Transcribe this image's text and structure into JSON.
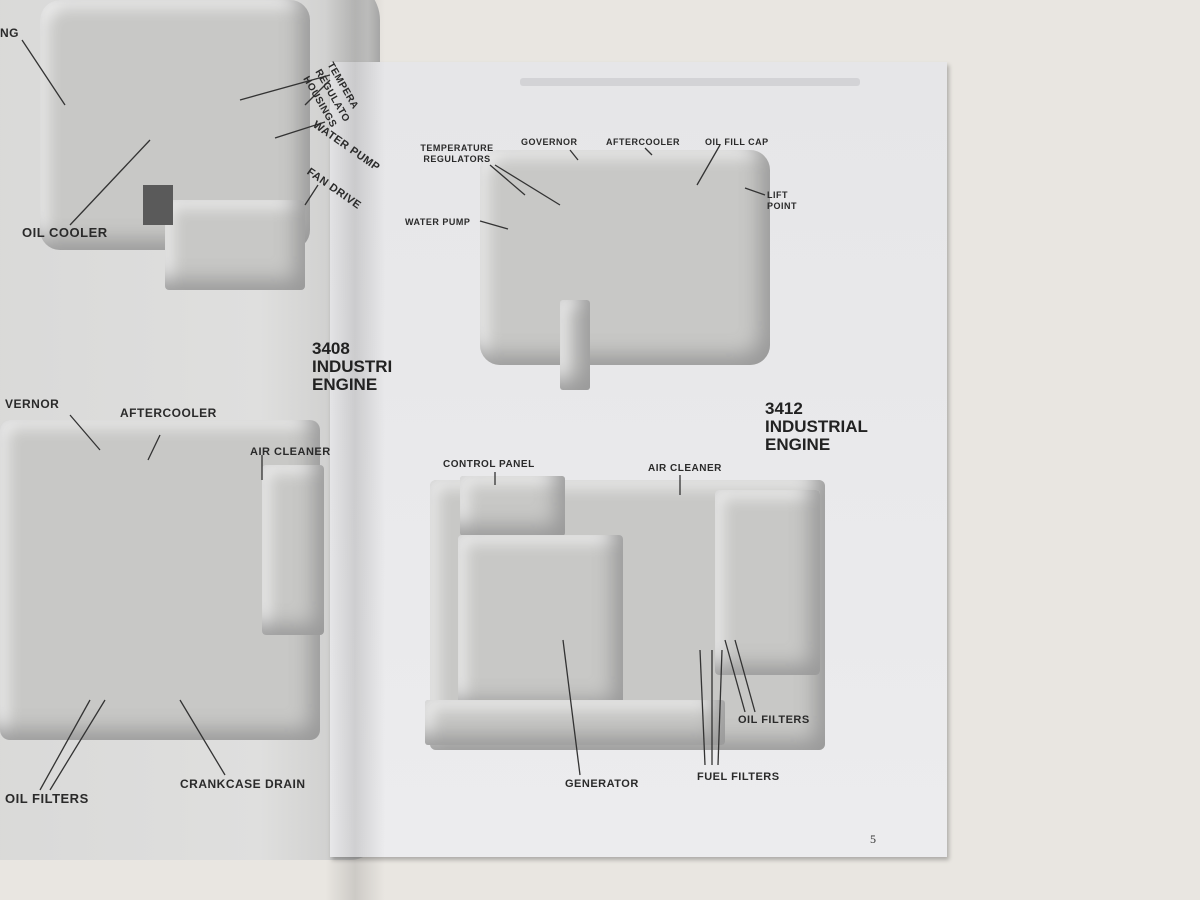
{
  "left_page": {
    "top_labels": [
      "NG",
      "TEMPERA REGULATO HOUSINGS",
      "WATER PUMP",
      "FAN DRIVE",
      "OIL COOLER"
    ],
    "engine_title": [
      "3408",
      "INDUSTRI",
      "ENGINE"
    ],
    "bottom_labels": [
      "VERNOR",
      "AFTERCOOLER",
      "AIR CLEANER",
      "OIL FILTERS",
      "CRANKCASE DRAIN"
    ]
  },
  "right_page": {
    "top_labels": {
      "temperature_regulators": "TEMPERATURE REGULATORS",
      "governor": "GOVERNOR",
      "aftercooler": "AFTERCOOLER",
      "oil_fill_cap": "OIL FILL CAP",
      "lift_point": "LIFT POINT",
      "water_pump": "WATER PUMP"
    },
    "engine_title": [
      "3412",
      "INDUSTRIAL",
      "ENGINE"
    ],
    "bottom_labels": {
      "control_panel": "CONTROL PANEL",
      "air_cleaner": "AIR CLEANER",
      "oil_filters": "OIL FILTERS",
      "generator": "GENERATOR",
      "fuel_filters": "FUEL FILTERS"
    },
    "page_number": "5"
  }
}
